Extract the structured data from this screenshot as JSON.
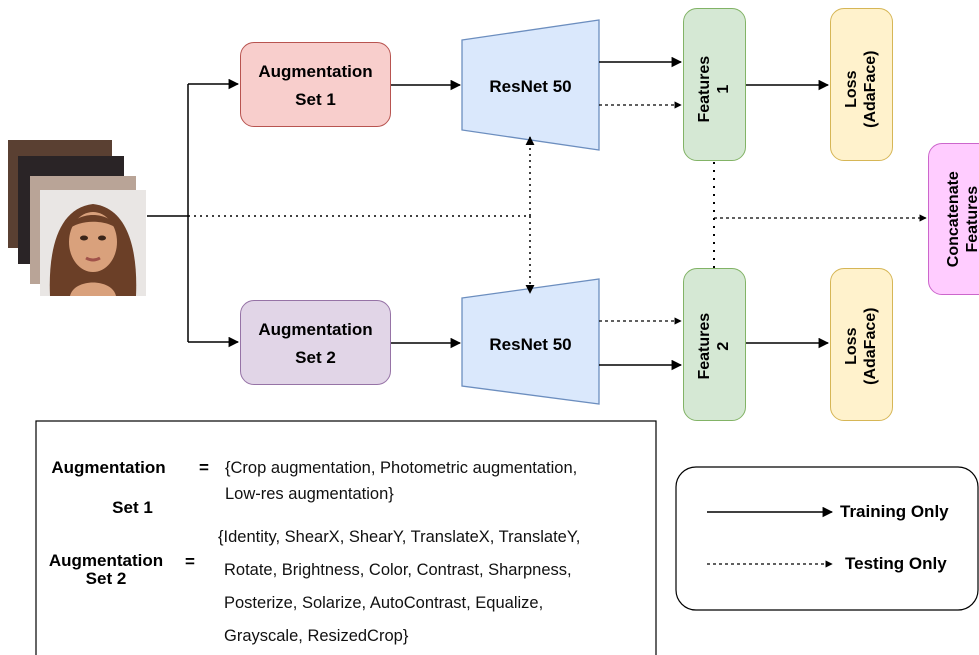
{
  "augmentation_set_1": {
    "line1": "Augmentation",
    "line2": "Set 1"
  },
  "augmentation_set_2": {
    "line1": "Augmentation",
    "line2": "Set 2"
  },
  "resnet_top": "ResNet 50",
  "resnet_bottom": "ResNet 50",
  "features_1": {
    "line1": "Features",
    "line2": "1"
  },
  "features_2": {
    "line1": "Features",
    "line2": "2"
  },
  "loss_top": {
    "line1": "Loss",
    "line2": "(AdaFace)"
  },
  "loss_bottom": {
    "line1": "Loss",
    "line2": "(AdaFace)"
  },
  "concatenate": {
    "line1": "Concatenate",
    "line2": "Features"
  },
  "legend": {
    "training": "Training Only",
    "testing": "Testing Only"
  },
  "description": {
    "set1_key_line1": "Augmentation",
    "set1_key_line2": "Set 1",
    "equals": "=",
    "set1_value_lines": [
      "{Crop augmentation, Photometric augmentation,",
      "Low-res augmentation}"
    ],
    "set2_key_line1": "Augmentation",
    "set2_key_line2": "Set 2",
    "set2_value_lines": [
      "{Identity, ShearX, ShearY, TranslateX, TranslateY,",
      "Rotate, Brightness, Color, Contrast, Sharpness,",
      "Posterize, Solarize, AutoContrast, Equalize,",
      "Grayscale, ResizedCrop}"
    ]
  },
  "colors": {
    "aug1_fill": "#f8cecc",
    "aug1_border": "#b85450",
    "aug2_fill": "#e1d5e7",
    "aug2_border": "#9673a6",
    "resnet_fill": "#dae8fc",
    "resnet_border": "#6c8ebf",
    "features_fill": "#d5e8d4",
    "features_border": "#82b366",
    "loss_fill": "#fff2cc",
    "loss_border": "#d6b656",
    "concat_fill": "#ffccff",
    "concat_border": "#cc66cc"
  },
  "icons": {
    "face_stack": "face-images-stack-icon"
  }
}
